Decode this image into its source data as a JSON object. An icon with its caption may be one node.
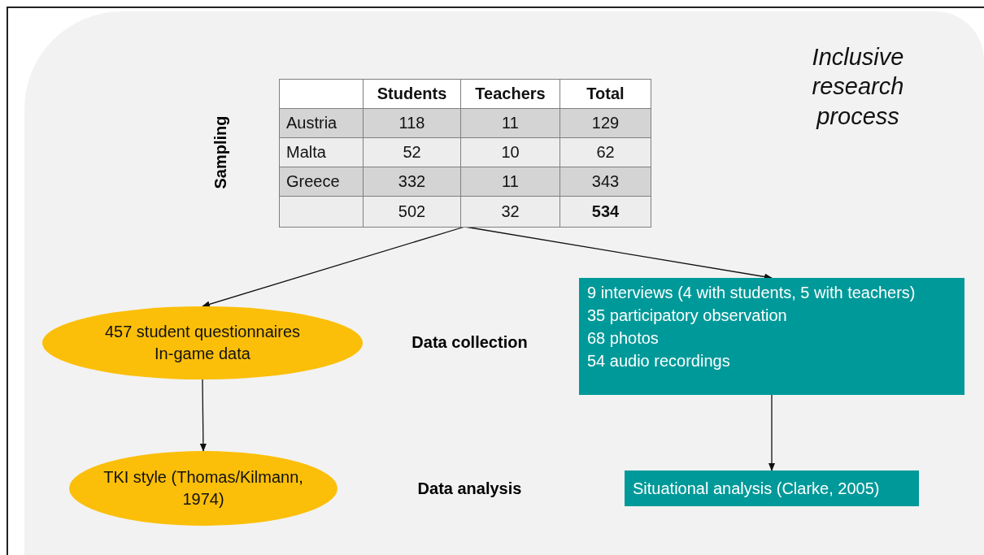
{
  "diagram": {
    "title": "Inclusive research process",
    "nodes": [
      {
        "text": [],
        "shape": "box"
      },
      {
        "text": [
          "457 student questionnaires",
          "In-game data"
        ]
      },
      {
        "text": [
          "9 interviews (4 with students, 5 with teachers)",
          "35 participatory observation",
          "68 photos",
          "54 audio recordings"
        ]
      },
      {
        "text": [
          "TKI style (Thomas/Kilmann, 1974)"
        ]
      },
      {
        "text": [
          "Situational analysis (Clarke, 2005)"
        ]
      }
    ],
    "edges": [
      {
        "from": 0,
        "to": 1,
        "arrow": "to"
      },
      {
        "from": 0,
        "to": 2,
        "arrow": "to"
      },
      {
        "from": 1,
        "to": 3,
        "arrow": "to"
      },
      {
        "from": 2,
        "to": 4,
        "arrow": "to"
      }
    ],
    "labels": [
      "Sampling",
      "Students",
      "Teachers",
      "Total",
      "Austria",
      "118",
      "11",
      "129",
      "Malta",
      "52",
      "10",
      "62",
      "Greece",
      "332",
      "11",
      "343",
      "502",
      "32",
      "534",
      "Data collection",
      "Data analysis"
    ]
  }
}
